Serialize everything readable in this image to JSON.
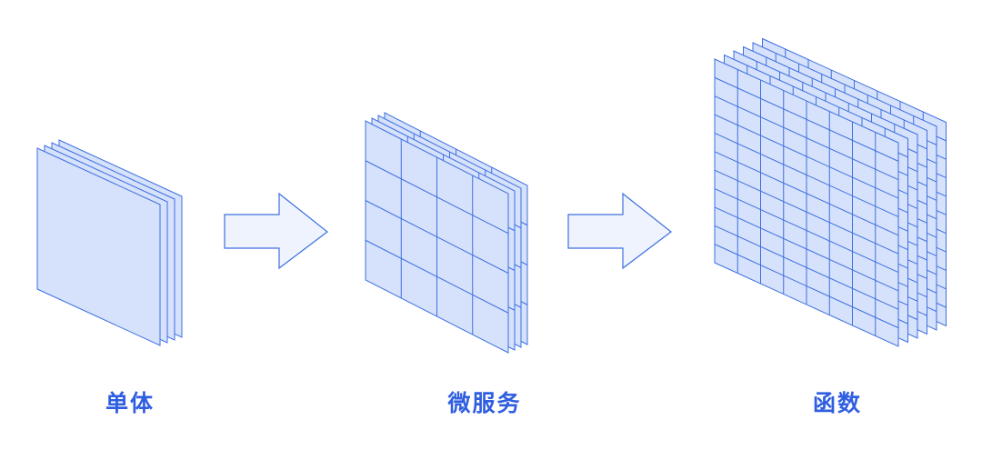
{
  "stages": [
    {
      "label": "单体",
      "layers": 4,
      "grid_cols": 1,
      "grid_rows": 1
    },
    {
      "label": "微服务",
      "layers": 4,
      "grid_cols": 4,
      "grid_rows": 4
    },
    {
      "label": "函数",
      "layers": 6,
      "grid_cols": 8,
      "grid_rows": 11
    }
  ],
  "colors": {
    "sheet_fill": "#d6e2fb",
    "stroke": "#3d6fe0",
    "arrow_fill": "#eef3fd",
    "label": "#2f5ee0"
  }
}
